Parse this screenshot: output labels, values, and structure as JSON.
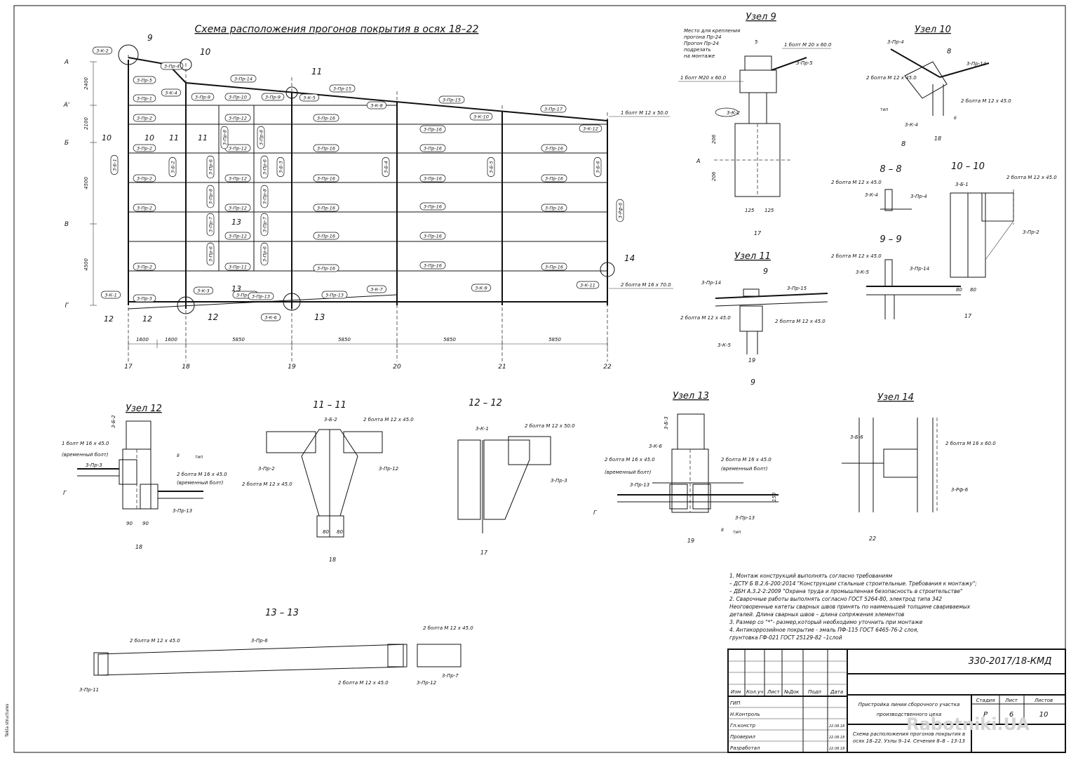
{
  "main_plan": {
    "title": "Схема расположения прогонов покрытия в осях 18–22",
    "axes_x": [
      "17",
      "18",
      "19",
      "20",
      "21",
      "22"
    ],
    "axes_y": [
      "А",
      "А'",
      "Б",
      "В",
      "Г"
    ],
    "dims_bottom": [
      "1600",
      "1600",
      "5850",
      "5850",
      "5850",
      "5850"
    ],
    "dims_left": [
      "2400",
      "2100",
      "4500",
      "4500"
    ],
    "marks_main": [
      "3-К-2",
      "3-Пр-5",
      "3-Пр-1",
      "3-Пр-2",
      "3-Пр-2",
      "3-Пр-2",
      "3-Пр-2",
      "3-Пр-2",
      "3-Пр-3",
      "3-К-1",
      "3-Пр-4",
      "3-К-4",
      "3-Пр-14",
      "3-К-5",
      "3-Пр-15",
      "3-К-8",
      "3-Пр-15",
      "3-К-10",
      "3-Пр-17",
      "3-К-12",
      "3-К-11",
      "3-Пр-13",
      "3-К-9",
      "3-К-7",
      "3-Пр-13",
      "3-К-6",
      "3-К-3",
      "3-Б-1",
      "3-Б-2",
      "3-Б-3",
      "3-Б-4",
      "3-Б-5",
      "3-Б-6",
      "3-Рф-6"
    ],
    "marks_mid": [
      "3-Пр-9",
      "3-Пр-10",
      "3-Пр-9",
      "3-Пр-12",
      "3-Пр-12",
      "3-Пр-12",
      "3-Пр-12",
      "3-Пр-12",
      "3-Пр-11",
      "3-Пр-8",
      "3-Пр-8",
      "3-Пр-6",
      "3-Пр-6",
      "3-Пр-8",
      "3-Пр-8",
      "3-Пр-7",
      "3-Пр-7",
      "3-Пр-6",
      "3-Пр-6",
      "3-Пр-13"
    ],
    "marks_16": "3-Пр-16",
    "callouts": [
      "9",
      "10",
      "11",
      "12",
      "13",
      "14"
    ],
    "note_bolt1": "1 болт М 12 х 50.0",
    "note_bolt2": "2 болта М 16 х 70.0",
    "section_marks": [
      "10",
      "10",
      "11",
      "11",
      "12",
      "12",
      "13",
      "13"
    ]
  },
  "uzel9": {
    "title": "Узел 9",
    "note": [
      "Место для крепления",
      "прогона Пр-24",
      "Прогон Пр-24",
      "подрезать",
      "на монтаже"
    ],
    "bolt_a": "1 болт М 20 х 60.0",
    "bolt_b": "1 болт М20 х 60.0",
    "mark_k": "3-К-2",
    "mark_pr": "3-Пр-5",
    "axis": "А",
    "axis_num": "17",
    "dims": [
      "206",
      "206",
      "125",
      "125"
    ],
    "gap": "5"
  },
  "uzel10": {
    "title": "Узел 10",
    "marks": [
      "3-Пр-4",
      "3-Пр-14",
      "3-К-4"
    ],
    "bolts": [
      "2 болта М 12 х 45.0",
      "2 болта М 12 х 45.0"
    ],
    "cut": "8",
    "axis_num": "18",
    "weld": "тип",
    "weld_n": "6"
  },
  "sec88": {
    "title": "8 – 8",
    "bolt": "2 болта М 12 х 45.0",
    "marks": [
      "3-К-4",
      "3-Пр-4"
    ]
  },
  "sec99": {
    "title": "9 – 9",
    "bolt": "2 болта М 12 х 45.0",
    "marks": [
      "3-К-5",
      "3-Пр-14"
    ]
  },
  "sec1010": {
    "title": "10 – 10",
    "bolt": "2 болта М 12 х 45.0",
    "marks": [
      "3-Б-1",
      "3-Пр-2"
    ],
    "dims": [
      "80",
      "80"
    ],
    "axis_num": "17"
  },
  "uzel11": {
    "title": "Узел 11",
    "marks": [
      "3-Пр-14",
      "3-Пр-15",
      "3-К-5"
    ],
    "bolts": [
      "2 болта М 12 х 45.0",
      "2 болта М 12 х 45.0"
    ],
    "cut": "9",
    "axis_num": "19"
  },
  "uzel12": {
    "title": "Узел 12",
    "bolt_a": "1 болт М 16 х 45.0",
    "temp_a": "(временный болт)",
    "bolt_b": "2 болта М 16 х 45.0",
    "temp_b": "(временный болт)",
    "marks": [
      "3-Б-2",
      "3-Пр-3",
      "3-Пр-13"
    ],
    "axis": "Г",
    "axis_num": "18",
    "dims": [
      "90",
      "90"
    ],
    "weld": "тип",
    "weld_n": "8"
  },
  "sec1111": {
    "title": "11 – 11",
    "bolts": [
      "2 болта М 12 х 45.0",
      "2 болта М 12 х 45.0"
    ],
    "marks": [
      "3-Б-2",
      "3-Пр-2",
      "3-Пр-12"
    ],
    "dims": [
      "80",
      "80"
    ],
    "axis_num": "18"
  },
  "sec1212": {
    "title": "12 – 12",
    "bolt": "2 болта М 12 х 50.0",
    "marks": [
      "3-К-1",
      "3-Пр-3"
    ],
    "axis_num": "17"
  },
  "uzel13": {
    "title": "Узел 13",
    "bolt_a": "2 болта М 16 х 45.0",
    "temp_a": "(временный болт)",
    "bolt_b": "2 болта М 16 х 45.0",
    "temp_b": "(временный болт)",
    "marks": [
      "3-Б-3",
      "3-К-6",
      "3-Пр-13",
      "3-Пр-13"
    ],
    "axis": "Г",
    "axis_num": "19",
    "dim": "150",
    "weld": "тип",
    "weld_n": "8"
  },
  "uzel14": {
    "title": "Узел 14",
    "bolt": "2 болта М 16 х 60.0",
    "marks": [
      "3-Б-6",
      "3-Рф-6"
    ],
    "axis_num": "22"
  },
  "sec1313": {
    "title": "13 – 13",
    "bolts": [
      "2 болта М 12 х 45.0",
      "2 болта М 12 х 45.0",
      "2 болта М 12 х 45.0"
    ],
    "marks": [
      "3-Пр-6",
      "3-Пр-11",
      "3-Пр-12",
      "3-Пр-7"
    ]
  },
  "notes": [
    "1. Монтаж конструкций выполнять согласно требованиям",
    "– ДСТУ Б В.2.6-200:2014 \"Конструкции стальные строительные. Требования к монтажу\";",
    "– ДБН А.3.2-2:2009 \"Охрана труда и промышленная безопасность в строительстве\"",
    "2. Сварочные работы выполнять согласно ГОСТ 5264-80, электрод типа 342",
    "Неоговоренные катеты сварных швов принять по наименьшей толщине свариваемых",
    "деталей. Длина сварных швов – длина сопряжения элементов",
    "3. Размер со \"*\"- размер,который необходимо уточнить при монтаже",
    "4. Антикоррозийное покрытие - эмаль ПФ-115 ГОСТ 6465-76-2 слоя,",
    "грунтовка ГФ-021 ГОСТ 25129-82 –1слой"
  ],
  "title_block": {
    "code": "330-2017/18-КМД",
    "headers": [
      "Изм",
      "Кол.уч",
      "Лист",
      "№Док",
      "Подп",
      "Дата"
    ],
    "roles": [
      "ГИП",
      "Н.Контроль",
      "Гл.констр",
      "Проверил",
      "Разработал"
    ],
    "dates": [
      "22.08.18",
      "22.08.18",
      "22.08.18"
    ],
    "project": [
      "Пристройка линии сборочного участка",
      "производственного цеха"
    ],
    "sheet_title": [
      "Схема расположения прогонов покрытия в",
      "осях 18–22. Узлы 9–14. Сечения 8–8 – 13-13"
    ],
    "stage_label": "Стадия",
    "sheet_label": "Лист",
    "sheets_label": "Листов",
    "stage": "Р",
    "sheet": "6",
    "sheets": "10"
  },
  "watermark": "Rabotniki.UA",
  "side_label": "Tekla structures"
}
